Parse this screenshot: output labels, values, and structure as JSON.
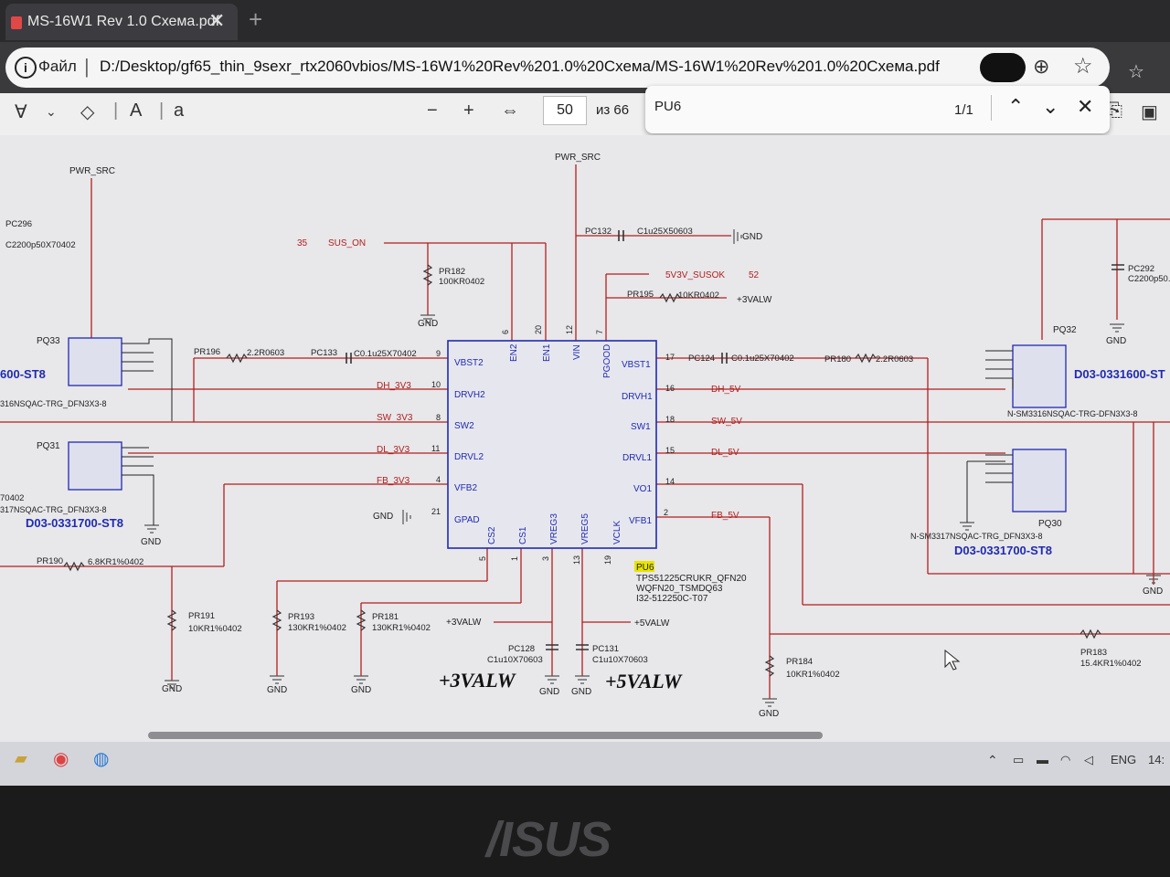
{
  "browser": {
    "tab_title": "MS-16W1 Rev 1.0 Схема.pdf",
    "address_label": "Файл",
    "url": "D:/Desktop/gf65_thin_9sexr_rtx2060vbios/MS-16W1%20Rev%201.0%20Схема/MS-16W1%20Rev%201.0%20Схема.pdf"
  },
  "pdf_toolbar": {
    "current_page": "50",
    "page_of": "из 66",
    "find_query": "PU6",
    "find_count": "1/1"
  },
  "taskbar": {
    "language": "ENG",
    "time": "14:"
  },
  "bezel": {
    "brand": "/ISUS"
  },
  "schematic": {
    "nets": [
      "PWR_SRC",
      "SUS_ON",
      "5V3V_SUSOK",
      "+3VALW",
      "+5VALW",
      "GND",
      "DH_3V3",
      "SW_3V3",
      "DL_3V3",
      "FB_3V3",
      "DH_5V",
      "SW_5V",
      "DL_5V",
      "FB_5V"
    ],
    "pin_labels_left": [
      "VBST2",
      "DRVH2",
      "SW2",
      "DRVL2",
      "VFB2",
      "GPAD"
    ],
    "pin_numbers_left": [
      "9",
      "10",
      "8",
      "11",
      "4",
      "21"
    ],
    "pin_labels_right": [
      "VBST1",
      "DRVH1",
      "SW1",
      "DRVL1",
      "VO1",
      "VFB1"
    ],
    "pin_numbers_right": [
      "17",
      "16",
      "18",
      "15",
      "14",
      "2"
    ],
    "pin_labels_top": [
      "EN2",
      "EN1",
      "VIN",
      "PGOOD"
    ],
    "pin_numbers_top": [
      "6",
      "20",
      "12",
      "7"
    ],
    "pin_labels_bottom": [
      "CS2",
      "CS1",
      "VREG3",
      "VREG5",
      "VCLK"
    ],
    "pin_numbers_bottom": [
      "5",
      "1",
      "3",
      "13",
      "19"
    ],
    "ic": {
      "ref": "PU6",
      "part": "TPS51225CRUKR_QFN20",
      "package": "WQFN20_TSMDQ63",
      "code": "I32-512250C-T07"
    },
    "net_numbers": {
      "sus_on": "35",
      "susok": "52"
    },
    "components": [
      {
        "ref": "PC132",
        "val": "C1u25X50603"
      },
      {
        "ref": "PR182",
        "val": "100KR0402"
      },
      {
        "ref": "PR195",
        "val": "10KR0402"
      },
      {
        "ref": "PR196",
        "val": "2.2R0603"
      },
      {
        "ref": "PC133",
        "val": "C0.1u25X70402"
      },
      {
        "ref": "PC124",
        "val": "C0.1u25X70402"
      },
      {
        "ref": "PR180",
        "val": "2.2R0603"
      },
      {
        "ref": "PR190",
        "val": "6.8KR1%0402"
      },
      {
        "ref": "PR191",
        "val": "10KR1%0402"
      },
      {
        "ref": "PR193",
        "val": "130KR1%0402"
      },
      {
        "ref": "PR181",
        "val": "130KR1%0402"
      },
      {
        "ref": "PC128",
        "val": "C1u10X70603"
      },
      {
        "ref": "PC131",
        "val": "C1u10X70603"
      },
      {
        "ref": "PR184",
        "val": "10KR1%0402"
      },
      {
        "ref": "PR183",
        "val": "15.4KR1%0402"
      },
      {
        "ref": "PC296",
        "val": "C2200p50X70402"
      },
      {
        "ref": "PC292",
        "val": "C2200p50."
      }
    ],
    "mosfets": [
      {
        "ref": "PQ33",
        "part": "600-ST8",
        "pkg": "316NSQAC-TRG_DFN3X3-8"
      },
      {
        "ref": "PQ31",
        "part": "D03-0331700-ST8",
        "pkg": "317NSQAC-TRG_DFN3X3-8"
      },
      {
        "ref": "PQ32",
        "part": "D03-0331600-ST",
        "pkg": "N-SM3316NSQAC-TRG-DFN3X3-8"
      },
      {
        "ref": "PQ30",
        "part": "D03-0331700-ST8",
        "pkg": "N-SM3317NSQAC-TRG_DFN3X3-8"
      }
    ],
    "left_edge_text": [
      "70402"
    ],
    "handwriting": [
      "+3VALW",
      "+5VALW"
    ],
    "colors": {
      "wire_red": "#b0201e",
      "wire_blue": "#1f2bb0",
      "ic_fill": "#e6e6ee",
      "ic_border": "#1f2bb0",
      "highlight": "#e8e400"
    }
  }
}
